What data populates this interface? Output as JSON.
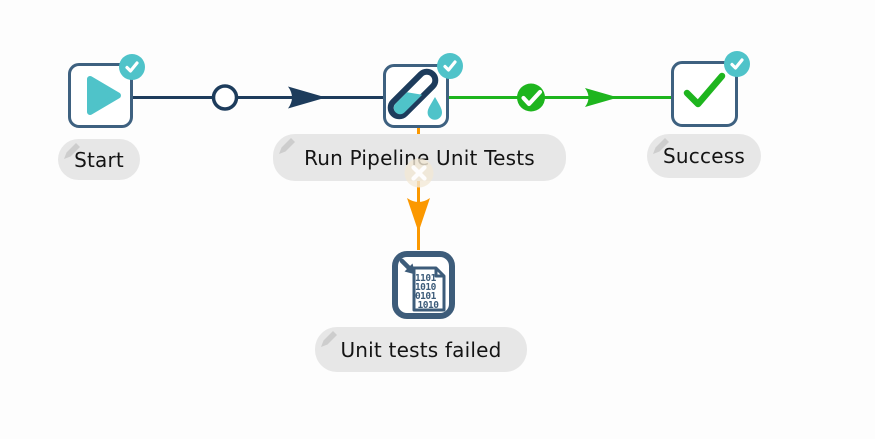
{
  "workflow": {
    "nodes": [
      {
        "id": "start",
        "label": "Start",
        "icon": "play-icon",
        "status": "success-check"
      },
      {
        "id": "run-pipeline-unit-tests",
        "label": "Run Pipeline Unit Tests",
        "icon": "test-tube-icon",
        "status": "success-check"
      },
      {
        "id": "success",
        "label": "Success",
        "icon": "green-check-icon",
        "status": "success-check"
      },
      {
        "id": "unit-tests-failed",
        "label": "Unit tests failed",
        "icon": "binary-document-icon",
        "icon_lines": [
          "1101",
          "1010",
          "0101",
          "1010"
        ]
      }
    ],
    "edges": [
      {
        "from": "start",
        "to": "run-pipeline-unit-tests",
        "type": "unconditional",
        "marker": "circle",
        "color": "#1d3c5c"
      },
      {
        "from": "run-pipeline-unit-tests",
        "to": "success",
        "type": "on-success",
        "marker": "green-check",
        "color": "#1eb51e"
      },
      {
        "from": "run-pipeline-unit-tests",
        "to": "unit-tests-failed",
        "type": "on-failure",
        "marker": "x-cross",
        "color": "#fb9800"
      }
    ],
    "colors": {
      "teal": "#4fc3c9",
      "navy": "#1d3c5c",
      "node_border": "#3e6180",
      "green": "#1eb51e",
      "orange": "#fb9800",
      "label_pill": "#e7e7e7"
    }
  }
}
